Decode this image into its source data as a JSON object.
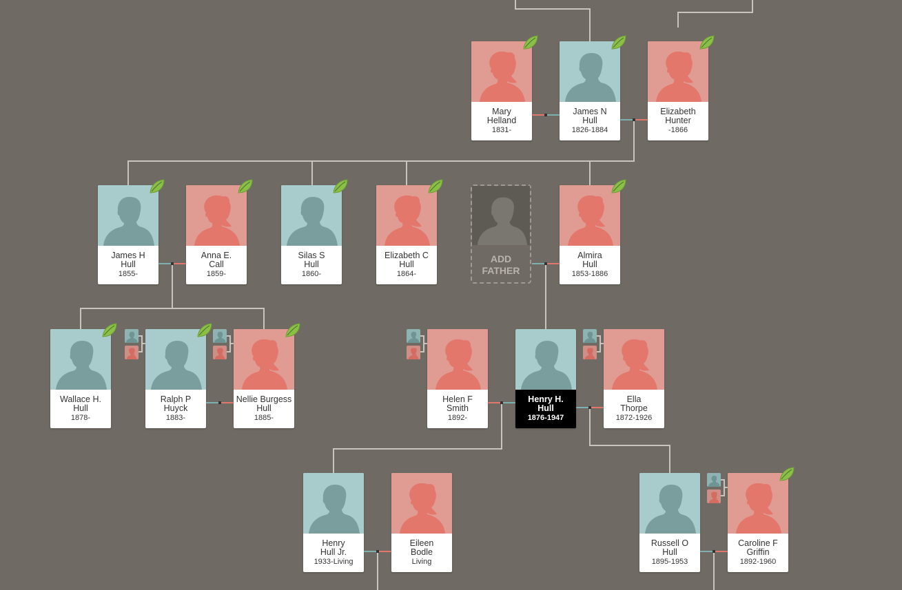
{
  "colors": {
    "background": "#6f6a63",
    "male": "#a8cbcb",
    "female": "#e09c92",
    "male_silhouette": "#7a9e9e",
    "female_silhouette": "#e3776c",
    "leaf": "#8bbf4a",
    "line": "#c9c5be",
    "selected": "#000000"
  },
  "people": {
    "mary_helland": {
      "first": "Mary",
      "last": "Helland",
      "dates": "1831-",
      "gender": "female",
      "hint": true
    },
    "james_n_hull": {
      "first": "James N",
      "last": "Hull",
      "dates": "1826-1884",
      "gender": "male",
      "hint": true
    },
    "elizabeth_hunter": {
      "first": "Elizabeth",
      "last": "Hunter",
      "dates": "-1866",
      "gender": "female",
      "hint": true
    },
    "james_h_hull": {
      "first": "James H",
      "last": "Hull",
      "dates": "1855-",
      "gender": "male",
      "hint": true
    },
    "anna_e_call": {
      "first": "Anna E.",
      "last": "Call",
      "dates": "1859-",
      "gender": "female",
      "hint": true
    },
    "silas_s_hull": {
      "first": "Silas S",
      "last": "Hull",
      "dates": "1860-",
      "gender": "male",
      "hint": true
    },
    "elizabeth_c_hull": {
      "first": "Elizabeth C",
      "last": "Hull",
      "dates": "1864-",
      "gender": "female",
      "hint": true
    },
    "almira_hull": {
      "first": "Almira",
      "last": "Hull",
      "dates": "1853-1886",
      "gender": "female",
      "hint": true
    },
    "wallace_h_hull": {
      "first": "Wallace H.",
      "last": "Hull",
      "dates": "1878-",
      "gender": "male",
      "hint": true
    },
    "ralph_p_huyck": {
      "first": "Ralph P",
      "last": "Huyck",
      "dates": "1883-",
      "gender": "male",
      "hint": true
    },
    "nellie_burgess_hull": {
      "first": "Nellie Burgess",
      "last": "Hull",
      "dates": "1885-",
      "gender": "female",
      "hint": true
    },
    "helen_f_smith": {
      "first": "Helen F",
      "last": "Smith",
      "dates": "1892-",
      "gender": "female",
      "hint": false
    },
    "henry_h_hull": {
      "first": "Henry H.",
      "last": "Hull",
      "dates": "1876-1947",
      "gender": "male",
      "hint": false,
      "selected": true
    },
    "ella_thorpe": {
      "first": "Ella",
      "last": "Thorpe",
      "dates": "1872-1926",
      "gender": "female",
      "hint": false
    },
    "henry_hull_jr": {
      "first": "Henry",
      "last": "Hull Jr.",
      "dates": "1933-Living",
      "gender": "male",
      "hint": false
    },
    "eileen_bodle": {
      "first": "Eileen",
      "last": "Bodle",
      "dates": "Living",
      "gender": "female",
      "hint": false
    },
    "russell_o_hull": {
      "first": "Russell O",
      "last": "Hull",
      "dates": "1895-1953",
      "gender": "male",
      "hint": false
    },
    "caroline_f_griffin": {
      "first": "Caroline F",
      "last": "Griffin",
      "dates": "1892-1960",
      "gender": "female",
      "hint": true
    }
  },
  "add_father": {
    "line1": "ADD",
    "line2": "FATHER"
  },
  "icons": {
    "hint": "leaf-icon",
    "parents": "parents-toggle-icon",
    "silhouette": "silhouette-icon"
  }
}
